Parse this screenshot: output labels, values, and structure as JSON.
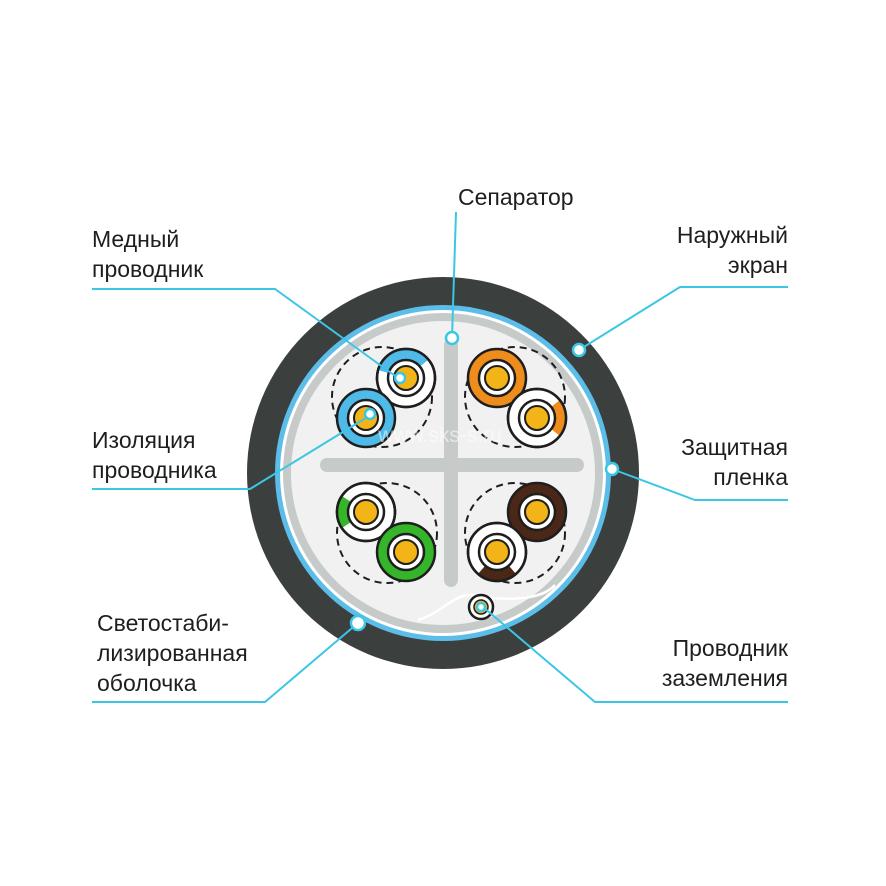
{
  "labels": {
    "separator": "Сепаратор",
    "copper_line1": "Медный",
    "copper_line2": "проводник",
    "outer_screen_line1": "Наружный",
    "outer_screen_line2": "экран",
    "insulation_line1": "Изоляция",
    "insulation_line2": "проводника",
    "protective_film_line1": "Защитная",
    "protective_film_line2": "пленка",
    "jacket_line1": "Светостаби-",
    "jacket_line2": "лизированная",
    "jacket_line3": "оболочка",
    "drain_line1": "Проводник",
    "drain_line2": "заземления"
  },
  "watermark": "www.sks-s.ru",
  "colors": {
    "jacket": "#3b3f3d",
    "screen": "#5bbde8",
    "film": "#c6cbc9",
    "separator": "#c6cbc9",
    "inner": "#f0f1f0",
    "copper": "#f2b416",
    "blue": "#4fb9e8",
    "orange": "#ee8c1c",
    "green": "#35b52a",
    "brown": "#4a2717",
    "leader": "#3cc6e6",
    "text": "#1e1e1e"
  }
}
